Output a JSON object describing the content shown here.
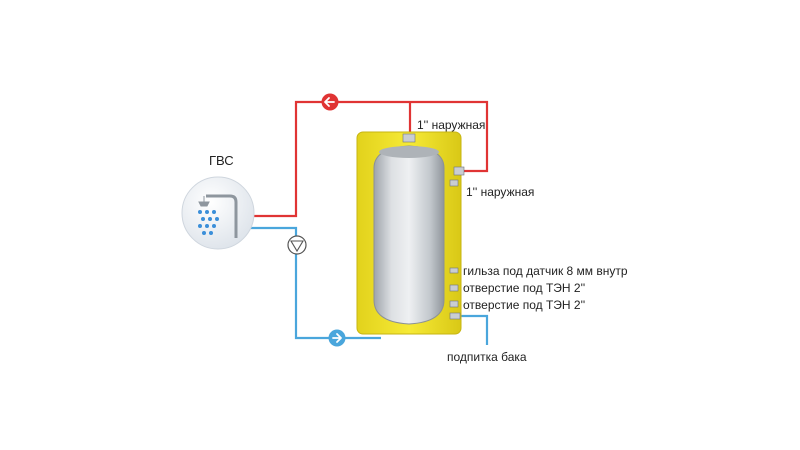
{
  "colors": {
    "hot_pipe": "#e03434",
    "cold_pipe": "#4aa6dc",
    "insulation": "#f3e629",
    "tank": "#c9cdd2"
  },
  "icons": {
    "shower": "shower-icon",
    "hot_arrow": "arrow-left-icon",
    "cold_arrow": "arrow-right-icon",
    "pump": "pump-icon"
  },
  "labels": {
    "gvs": "ГВС",
    "top_outlet": "1'' наружная",
    "upper_outlet": "1'' наружная",
    "sensor_sleeve": "гильза под датчик 8 мм внутр",
    "heater_port_1": "отверстие под ТЭН 2''",
    "heater_port_2": "отверстие под ТЭН 2''",
    "tank_feed": "подпитка бака"
  }
}
